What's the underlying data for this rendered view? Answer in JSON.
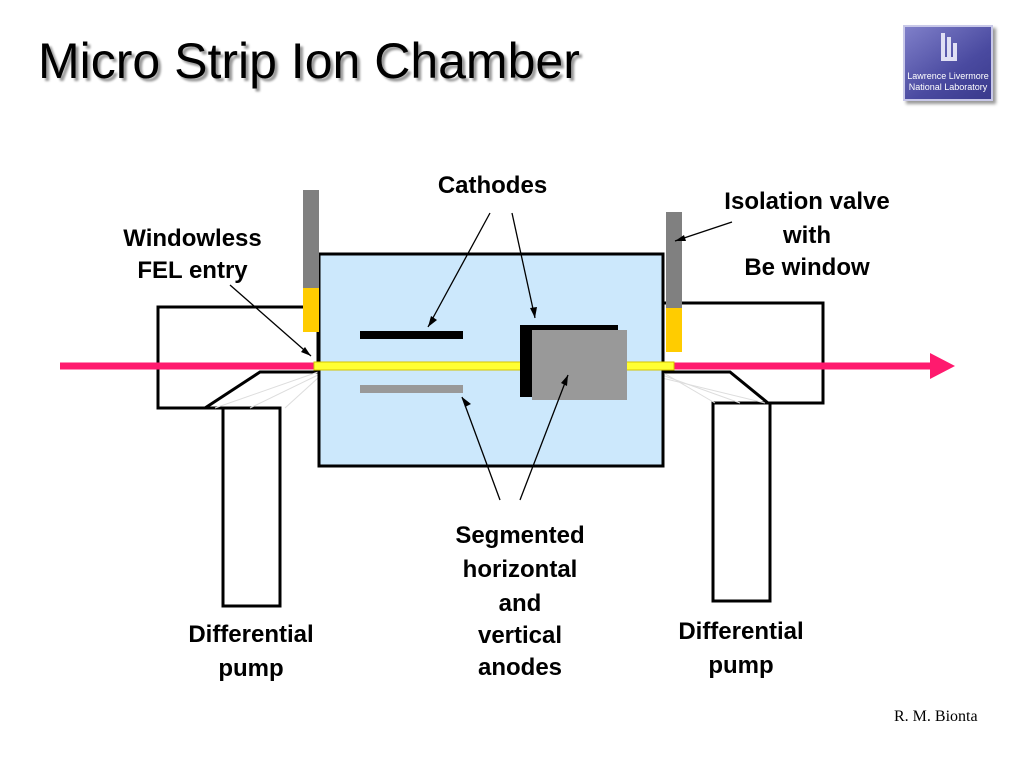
{
  "slide": {
    "title": "Micro Strip Ion Chamber",
    "author": "R. M. Bionta"
  },
  "logo": {
    "line1": "Lawrence Livermore",
    "line2": "National Laboratory"
  },
  "labels": {
    "cathodes": "Cathodes",
    "isolation_valve": [
      "Isolation valve",
      "with",
      "Be window"
    ],
    "windowless_entry": [
      "Windowless",
      "FEL entry"
    ],
    "anodes": [
      "Segmented",
      "horizontal",
      "and",
      "vertical",
      "anodes"
    ],
    "pump_left": [
      "Differential",
      "pump"
    ],
    "pump_right": [
      "Differential",
      "pump"
    ]
  },
  "colors": {
    "chamber_fill": "#cce8fc",
    "beam": "#ff1a6e",
    "beam_inner": "#ffff33",
    "valve_gray": "#808080",
    "valve_yellow": "#ffcc00",
    "anode_gray": "#999999"
  }
}
